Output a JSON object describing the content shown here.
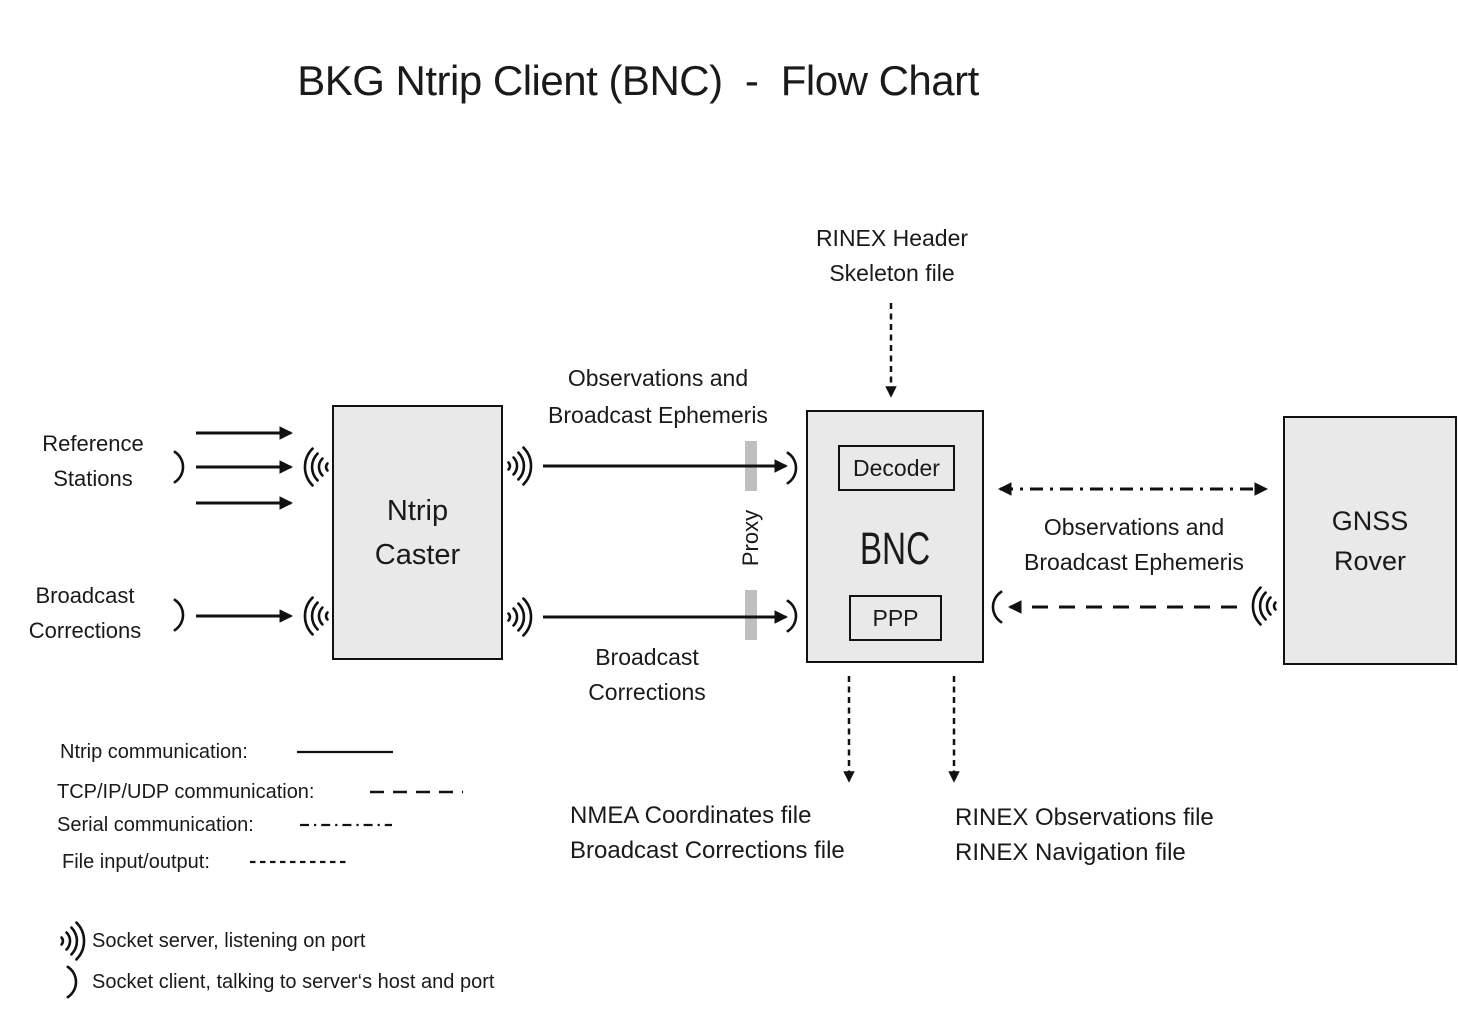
{
  "title": "BKG Ntrip Client (BNC)  -  Flow Chart",
  "colors": {
    "background": "#ffffff",
    "line": "#111111",
    "text": "#1a1a1a",
    "box_fill": "#e9e9e9",
    "box_border": "#111111",
    "proxy_bar": "#bfbfbf"
  },
  "nodes": {
    "ntrip_caster": {
      "line1": "Ntrip",
      "line2": "Caster"
    },
    "bnc": {
      "label": "BNC",
      "decoder": "Decoder",
      "ppp": "PPP"
    },
    "gnss_rover": {
      "line1": "GNSS",
      "line2": "Rover"
    }
  },
  "labels": {
    "reference_stations": {
      "line1": "Reference",
      "line2": "Stations"
    },
    "broadcast_corrections_left": {
      "line1": "Broadcast",
      "line2": "Corrections"
    },
    "obs_ephemeris_top": {
      "line1": "Observations and",
      "line2": "Broadcast Ephemeris"
    },
    "broadcast_corrections_mid": {
      "line1": "Broadcast",
      "line2": "Corrections"
    },
    "rinex_header": {
      "line1": "RINEX Header",
      "line2": "Skeleton file"
    },
    "obs_ephemeris_right": {
      "line1": "Observations and",
      "line2": "Broadcast Ephemeris"
    },
    "proxy": "Proxy",
    "nmea_files": {
      "line1": "NMEA Coordinates file",
      "line2": "Broadcast Corrections file"
    },
    "rinex_files": {
      "line1": "RINEX Observations file",
      "line2": "RINEX Navigation file"
    }
  },
  "legend": {
    "lines": [
      {
        "label": "Ntrip communication:",
        "style": "solid"
      },
      {
        "label": "TCP/IP/UDP communication:",
        "style": "dashed"
      },
      {
        "label": "Serial communication:",
        "style": "dash-dot"
      },
      {
        "label": "File input/output:",
        "style": "dotted"
      }
    ],
    "sockets": [
      {
        "symbol": "socket-server-icon",
        "label": "Socket server, listening on port"
      },
      {
        "symbol": "socket-client-icon",
        "label": "Socket client, talking to server‘s host and port"
      }
    ]
  }
}
